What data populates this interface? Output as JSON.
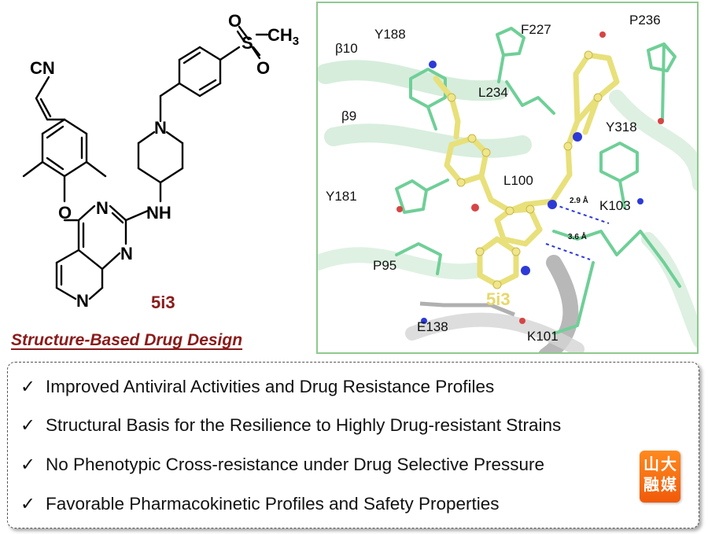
{
  "chemical_structure": {
    "atoms": {
      "nitrile": "CN",
      "sulfur": "S",
      "oxygen_top": "O",
      "oxygen_bottom": "O",
      "methyl": "CH",
      "methyl_sub": "3",
      "piperidine_n": "N",
      "amine": "NH",
      "ether_o": "O",
      "pyr_n1": "N",
      "pyr_n2": "N",
      "pyr_n3": "N"
    },
    "compound_label": "5i3"
  },
  "sbdd_title": "Structure-Based Drug Design",
  "structure_panel": {
    "residues": [
      "Y188",
      "F227",
      "P236",
      "β10",
      "L234",
      "β9",
      "Y318",
      "L100",
      "K103",
      "Y181",
      "P95",
      "E138",
      "K101"
    ],
    "distances": [
      "2.9 Å",
      "3.6 Å"
    ],
    "ligand_label": "5i3",
    "colors": {
      "protein": "#6fcf97",
      "ligand": "#e8e07a",
      "nitrogen": "#2d3ad6",
      "oxygen": "#d64545",
      "border": "#8fc98f"
    }
  },
  "highlights": [
    {
      "check": "✓",
      "text": "Improved Antiviral Activities and Drug Resistance Profiles"
    },
    {
      "check": "✓",
      "text": "Structural Basis for the Resilience to Highly Drug-resistant Strains"
    },
    {
      "check": "✓",
      "text": "No Phenotypic Cross-resistance under Drug Selective Pressure"
    },
    {
      "check": "✓",
      "text": "Favorable Pharmacokinetic Profiles and Safety Properties"
    }
  ],
  "badge": {
    "chars": [
      "山",
      "大",
      "融",
      "媒"
    ]
  }
}
